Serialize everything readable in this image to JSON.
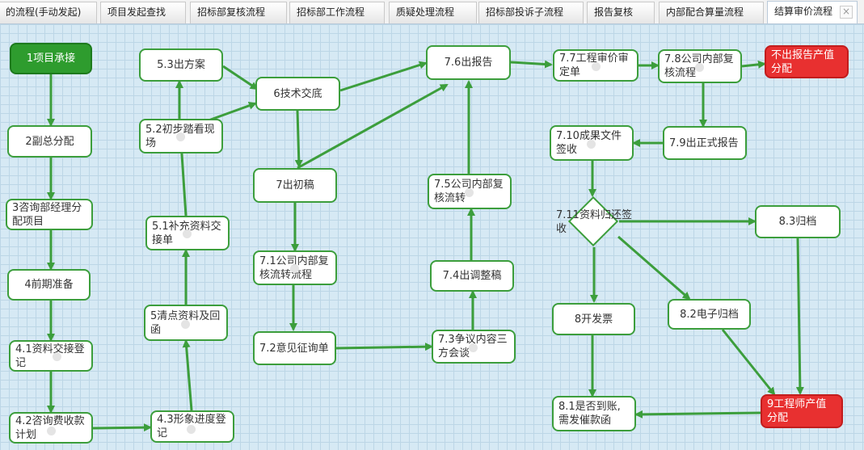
{
  "tabs": [
    {
      "label": "的流程(手动发起)"
    },
    {
      "label": "项目发起查找"
    },
    {
      "label": "招标部复核流程"
    },
    {
      "label": "招标部工作流程"
    },
    {
      "label": "质疑处理流程"
    },
    {
      "label": "招标部投诉子流程"
    },
    {
      "label": "报告复核"
    },
    {
      "label": "内部配合算量流程"
    },
    {
      "label": "结算审价流程",
      "active": true
    }
  ],
  "close_icon": "×",
  "nodes": {
    "n1": "1项目承接",
    "n2": "2副总分配",
    "n3": "3咨询部经理分配项目",
    "n4": "4前期准备",
    "n41": "4.1资料交接登记",
    "n42": "4.2咨询费收款计划",
    "n43": "4.3形象进度登记",
    "n5": "5清点资料及回函",
    "n51": "5.1补充资料交接单",
    "n52": "5.2初步踏看现场",
    "n53": "5.3出方案",
    "n6": "6技术交底",
    "n7": "7出初稿",
    "n71": "7.1公司内部复核流转流程",
    "n72": "7.2意见征询单",
    "n73": "7.3争议内容三方会谈",
    "n74": "7.4出调整稿",
    "n75": "7.5公司内部复核流转",
    "n76": "7.6出报告",
    "n77": "7.7工程审价审定单",
    "n78": "7.8公司内部复核流程",
    "nx": "不出报告产值分配",
    "n79": "7.9出正式报告",
    "n710": "7.10成果文件签收",
    "n711": "7.11资料归还签收",
    "n83": "8.3归档",
    "n82": "8.2电子归档",
    "n8": "8开发票",
    "n81": "8.1是否到账,需发催款函",
    "n9": "9工程师产值分配"
  },
  "colors": {
    "node_border": "#3c9e3c",
    "start_fill": "#2e9c2e",
    "end_fill": "#e83030",
    "grid_bg": "#d6e9f4"
  }
}
